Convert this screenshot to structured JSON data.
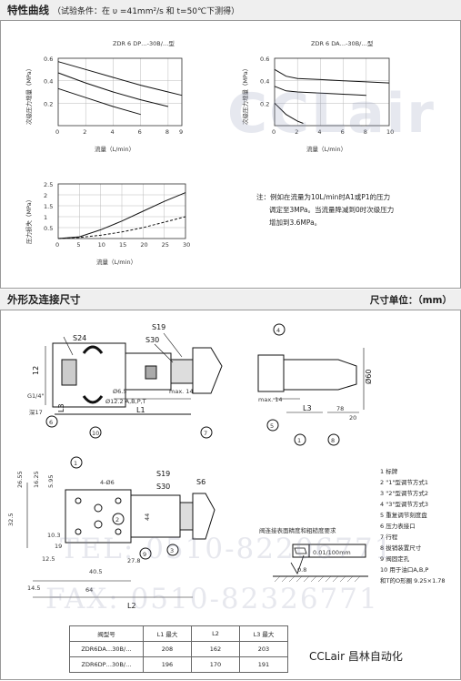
{
  "section1": {
    "title": "特性曲线",
    "subtitle": "（试验条件：在 υ =41mm²/s 和 t=50℃下测得）"
  },
  "section2": {
    "title": "外形及连接尺寸",
    "unit": "尺寸单位：（mm）"
  },
  "chart_data": [
    {
      "type": "line",
      "title": "ZDR 6 DP…-30B/…型",
      "xlabel": "流量（L/min）",
      "ylabel": "次级压力增量（MPa）",
      "xlim": [
        0,
        9
      ],
      "ylim": [
        0,
        0.6
      ],
      "xticks": [
        0,
        2,
        4,
        6,
        8,
        9
      ],
      "yticks": [
        0.2,
        0.4,
        0.6
      ],
      "series": [
        {
          "x": [
            0,
            2,
            4,
            6,
            8,
            9
          ],
          "values": [
            0.57,
            0.5,
            0.43,
            0.36,
            0.3,
            0.27
          ]
        },
        {
          "x": [
            0,
            2,
            4,
            6,
            8
          ],
          "values": [
            0.47,
            0.38,
            0.3,
            0.23,
            0.17
          ]
        },
        {
          "x": [
            0,
            2,
            4,
            6
          ],
          "values": [
            0.33,
            0.25,
            0.17,
            0.1
          ]
        }
      ]
    },
    {
      "type": "line",
      "title": "ZDR 6 DA…-30B/…型",
      "xlabel": "流量（L/min）",
      "ylabel": "次级压力增量（MPa）",
      "xlim": [
        0,
        10
      ],
      "ylim": [
        0,
        0.6
      ],
      "xticks": [
        0,
        2,
        4,
        6,
        8,
        10
      ],
      "yticks": [
        0.2,
        0.4,
        0.6
      ],
      "series": [
        {
          "x": [
            0,
            1,
            2,
            4,
            6,
            8,
            10
          ],
          "values": [
            0.5,
            0.44,
            0.42,
            0.41,
            0.4,
            0.39,
            0.38
          ]
        },
        {
          "x": [
            0,
            1,
            2,
            4,
            6,
            8
          ],
          "values": [
            0.35,
            0.31,
            0.3,
            0.29,
            0.28,
            0.27
          ]
        },
        {
          "x": [
            0,
            0.5,
            1,
            1.5,
            2,
            2.5
          ],
          "values": [
            0.2,
            0.15,
            0.1,
            0.07,
            0.04,
            0.02
          ]
        }
      ]
    },
    {
      "type": "line",
      "xlabel": "流量（L/min）",
      "ylabel": "压力损失（MPa）",
      "xlim": [
        0,
        30
      ],
      "ylim": [
        0,
        2.5
      ],
      "xticks": [
        0,
        5,
        10,
        15,
        20,
        25,
        30
      ],
      "yticks": [
        0.5,
        1,
        1.5,
        2,
        2.5
      ],
      "series": [
        {
          "dashed": false,
          "x": [
            0,
            5,
            10,
            15,
            20,
            25,
            30
          ],
          "values": [
            0,
            0.08,
            0.4,
            0.8,
            1.25,
            1.7,
            2.1
          ]
        },
        {
          "dashed": true,
          "x": [
            0,
            5,
            10,
            15,
            20,
            25,
            30
          ],
          "values": [
            0,
            0.05,
            0.15,
            0.3,
            0.5,
            0.75,
            1.0
          ]
        }
      ]
    }
  ],
  "note": {
    "lines": [
      "注：例如在流量为10L/min时A1或P1的压力",
      "调定至3MPa。当流量降减到0时次级压力",
      "增加到3.6MPa。"
    ]
  },
  "drawing1": {
    "labels": [
      "S19",
      "S30",
      "S24",
      "12",
      "Ø6.5",
      "Ø12.2 A,B,P,T",
      "max. 14",
      "L1",
      "G1/4\"",
      "深17",
      "L3",
      "6",
      "10",
      "7"
    ]
  },
  "drawing2": {
    "labels": [
      "4",
      "max. 14",
      "L3",
      "78",
      "20",
      "Ø60",
      "5",
      "1",
      "8"
    ]
  },
  "drawing3": {
    "labels": [
      "S19",
      "S30",
      "S6",
      "4-Ø6",
      "26.55",
      "16.25",
      "5.95",
      "32.5",
      "10.3",
      "19",
      "12.5",
      "40.5",
      "27.8",
      "44",
      "14.5",
      "64",
      "L2",
      "1",
      "2",
      "9",
      "3"
    ]
  },
  "surface": {
    "title": "阀连接表面精度和粗糙度要求",
    "flatness": "0.01/100mm",
    "roughness": "0.8"
  },
  "legend": {
    "items": [
      "1  标牌",
      "2  \"1\"型调节方式1",
      "3  \"2\"型调节方式2",
      "4  \"3\"型调节方式3",
      "5  重复调节刻度盘",
      "6  压力表接口",
      "7  行程",
      "8  拔销装置尺寸",
      "9  阀固定孔",
      "10  用于油口A,B,P",
      "和T的O形圈 9.25×1.78"
    ]
  },
  "table": {
    "headers": [
      "阀型号",
      "L1 最大",
      "L2",
      "L3 最大"
    ],
    "rows": [
      [
        "ZDR6DA…30B/…",
        "208",
        "162",
        "203"
      ],
      [
        "ZDR6DP…30B/…",
        "196",
        "170",
        "191"
      ]
    ]
  },
  "watermark": {
    "tel": "TEL: 0510-82206771",
    "fax": "FAX: 0510-82326771",
    "logo": "CCLair"
  },
  "brand": "CCLair 昌林自动化"
}
